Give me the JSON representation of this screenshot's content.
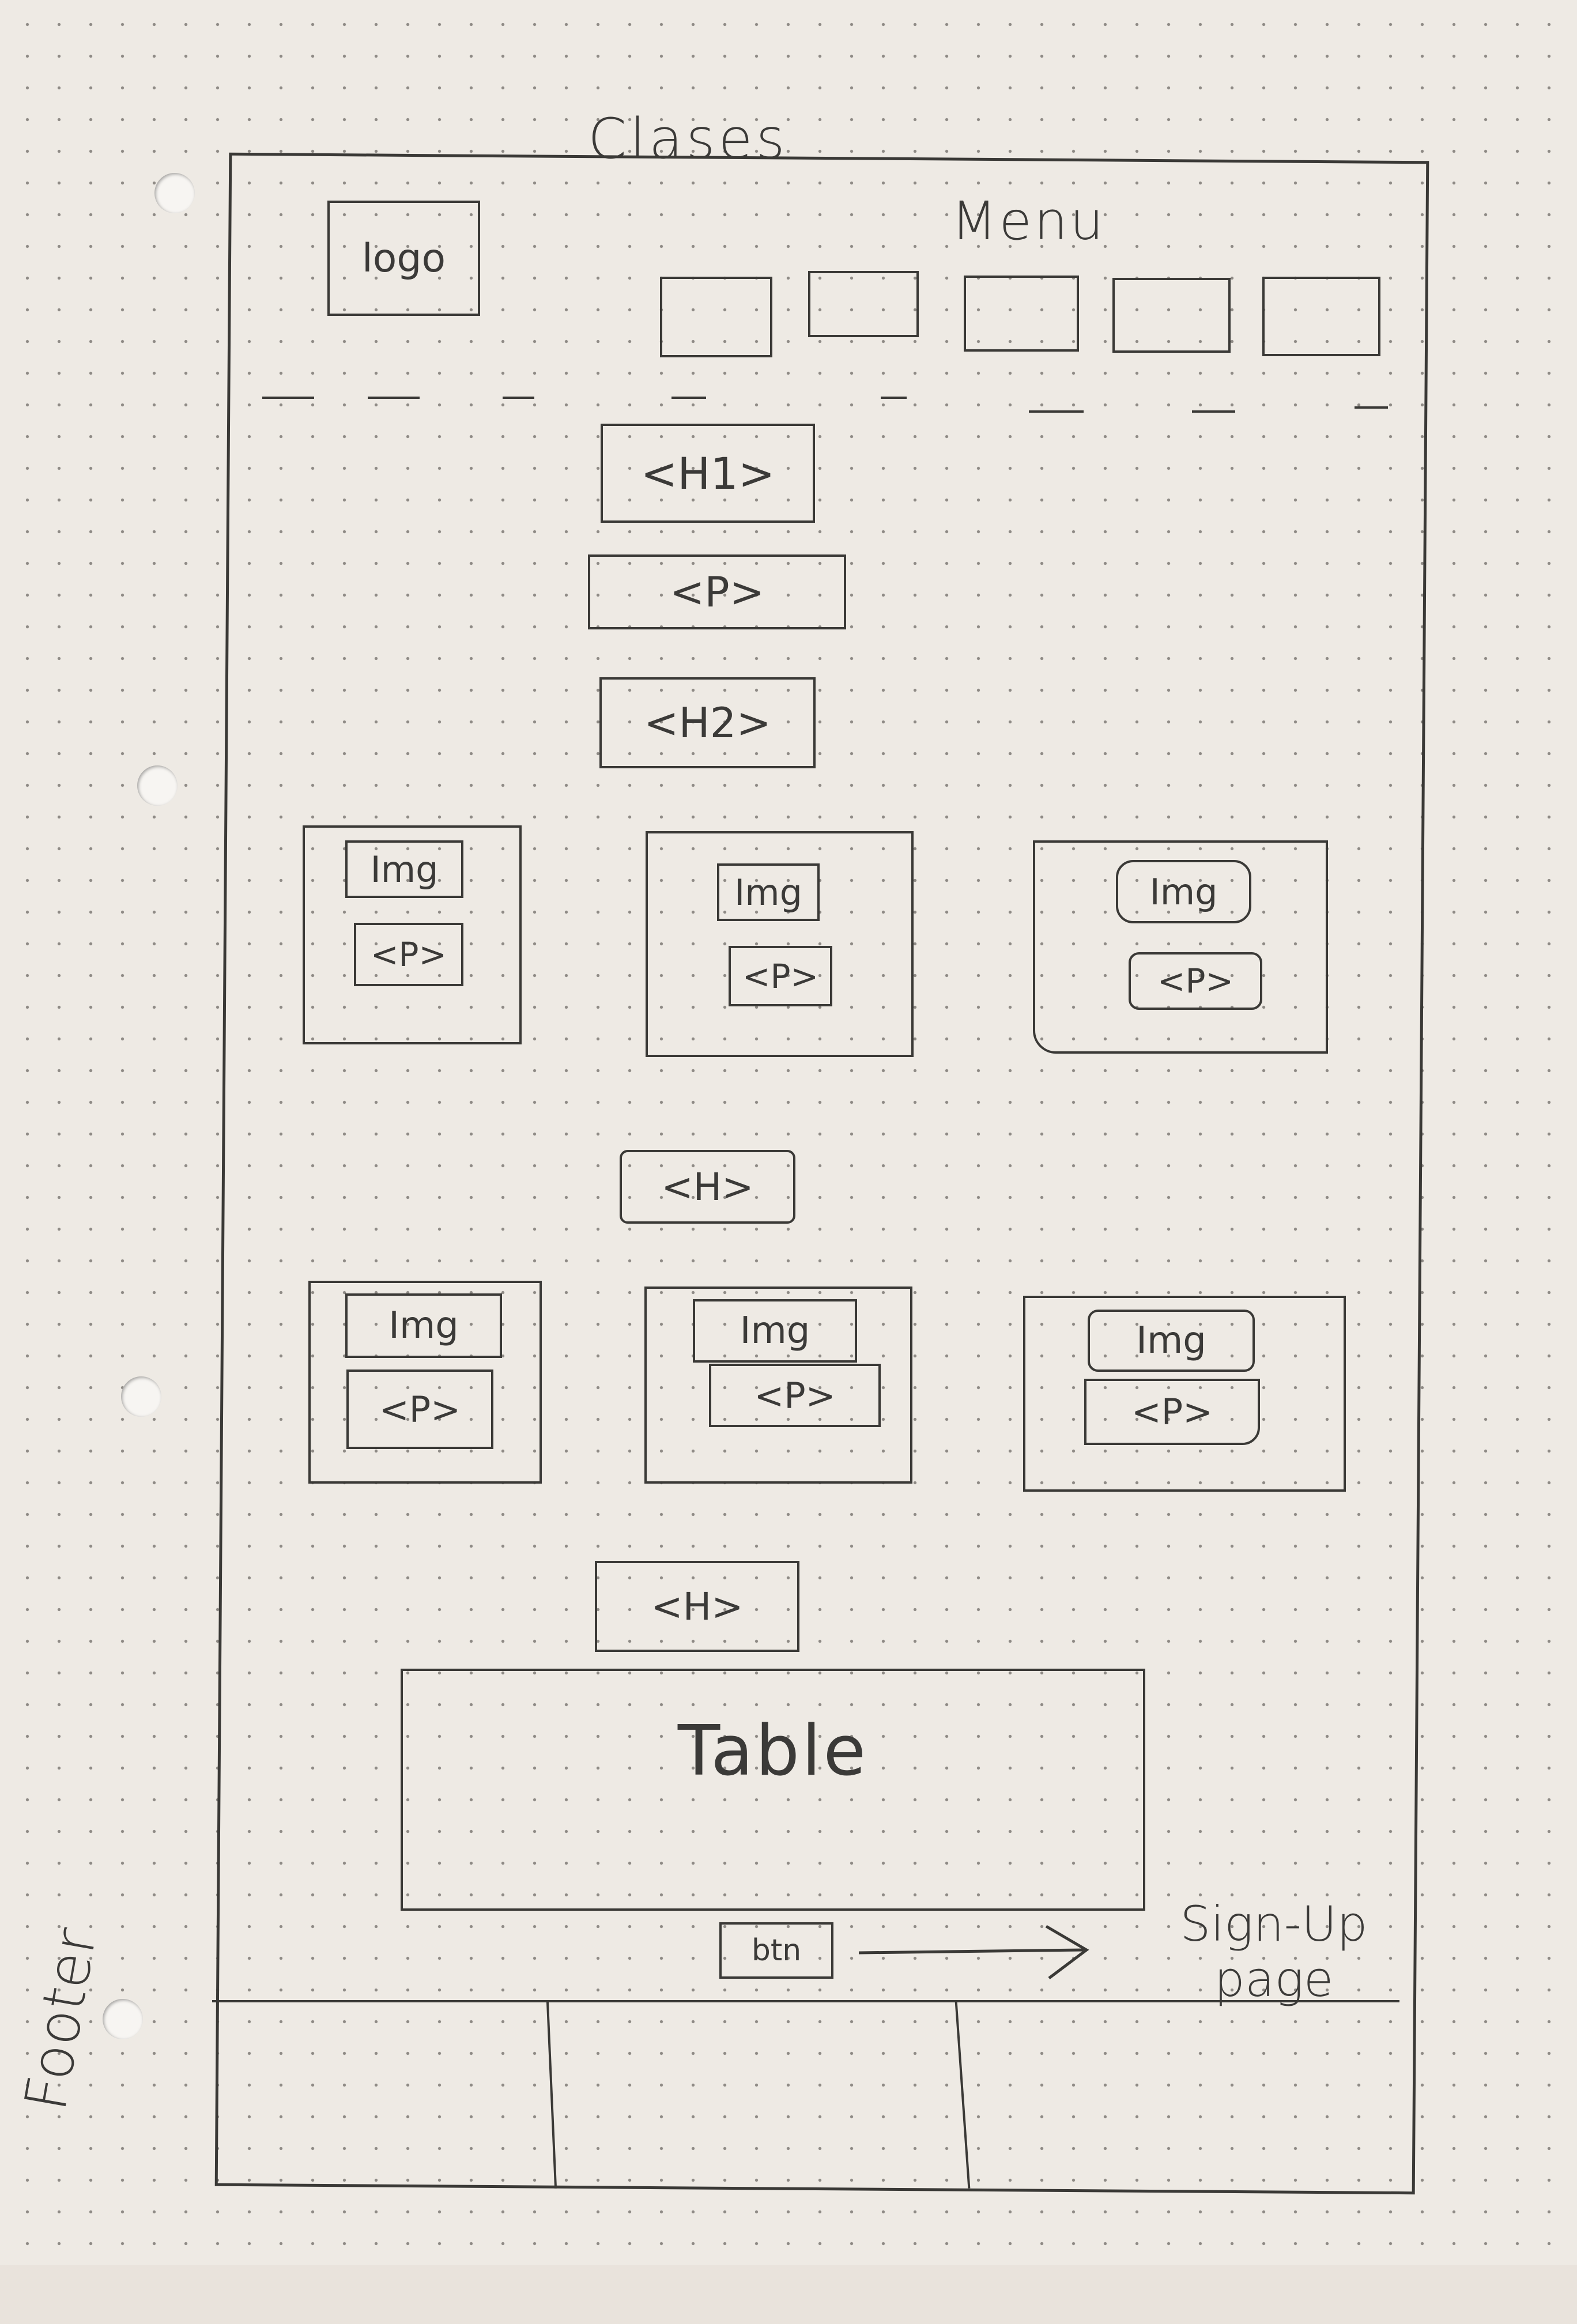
{
  "page": {
    "title": "Clases",
    "footer_label": "Footer"
  },
  "header": {
    "logo_label": "logo",
    "menu_label": "Menu",
    "menu_items_count": 5
  },
  "intro": {
    "h1_label": "<H1>",
    "p_label": "<P>",
    "h2_label": "<H2>"
  },
  "section1": {
    "cards": [
      {
        "img_label": "Img",
        "p_label": "<P>"
      },
      {
        "img_label": "Img",
        "p_label": "<P>"
      },
      {
        "img_label": "Img",
        "p_label": "<P>"
      }
    ]
  },
  "section2": {
    "heading_label": "<H>",
    "cards": [
      {
        "img_label": "Img",
        "p_label": "<P>"
      },
      {
        "img_label": "Img",
        "p_label": "<P>"
      },
      {
        "img_label": "Img",
        "p_label": "<P>"
      }
    ]
  },
  "section3": {
    "heading_label": "<H>",
    "table_label": "Table",
    "button_label": "btn",
    "signup_note": "Sign-Up page"
  }
}
